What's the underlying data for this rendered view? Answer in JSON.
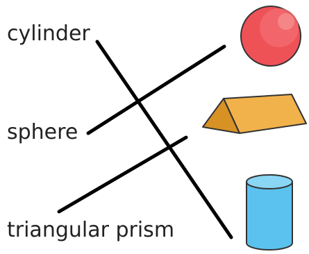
{
  "words": [
    "cylinder",
    "sphere",
    "triangular prism"
  ],
  "shapes": [
    {
      "name": "sphere",
      "icon": "sphere-icon",
      "color": "#ee5257"
    },
    {
      "name": "triangular-prism",
      "icon": "triangular-prism-icon",
      "color": "#f2b24b"
    },
    {
      "name": "cylinder",
      "icon": "cylinder-icon",
      "color": "#5bc2ef"
    }
  ],
  "matches": [
    {
      "word": "cylinder",
      "shape": "cylinder"
    },
    {
      "word": "sphere",
      "shape": "sphere"
    },
    {
      "word": "triangular prism",
      "shape": "triangular-prism"
    }
  ],
  "colors": {
    "line": "#000000",
    "text": "#222222",
    "outline": "#333333"
  }
}
